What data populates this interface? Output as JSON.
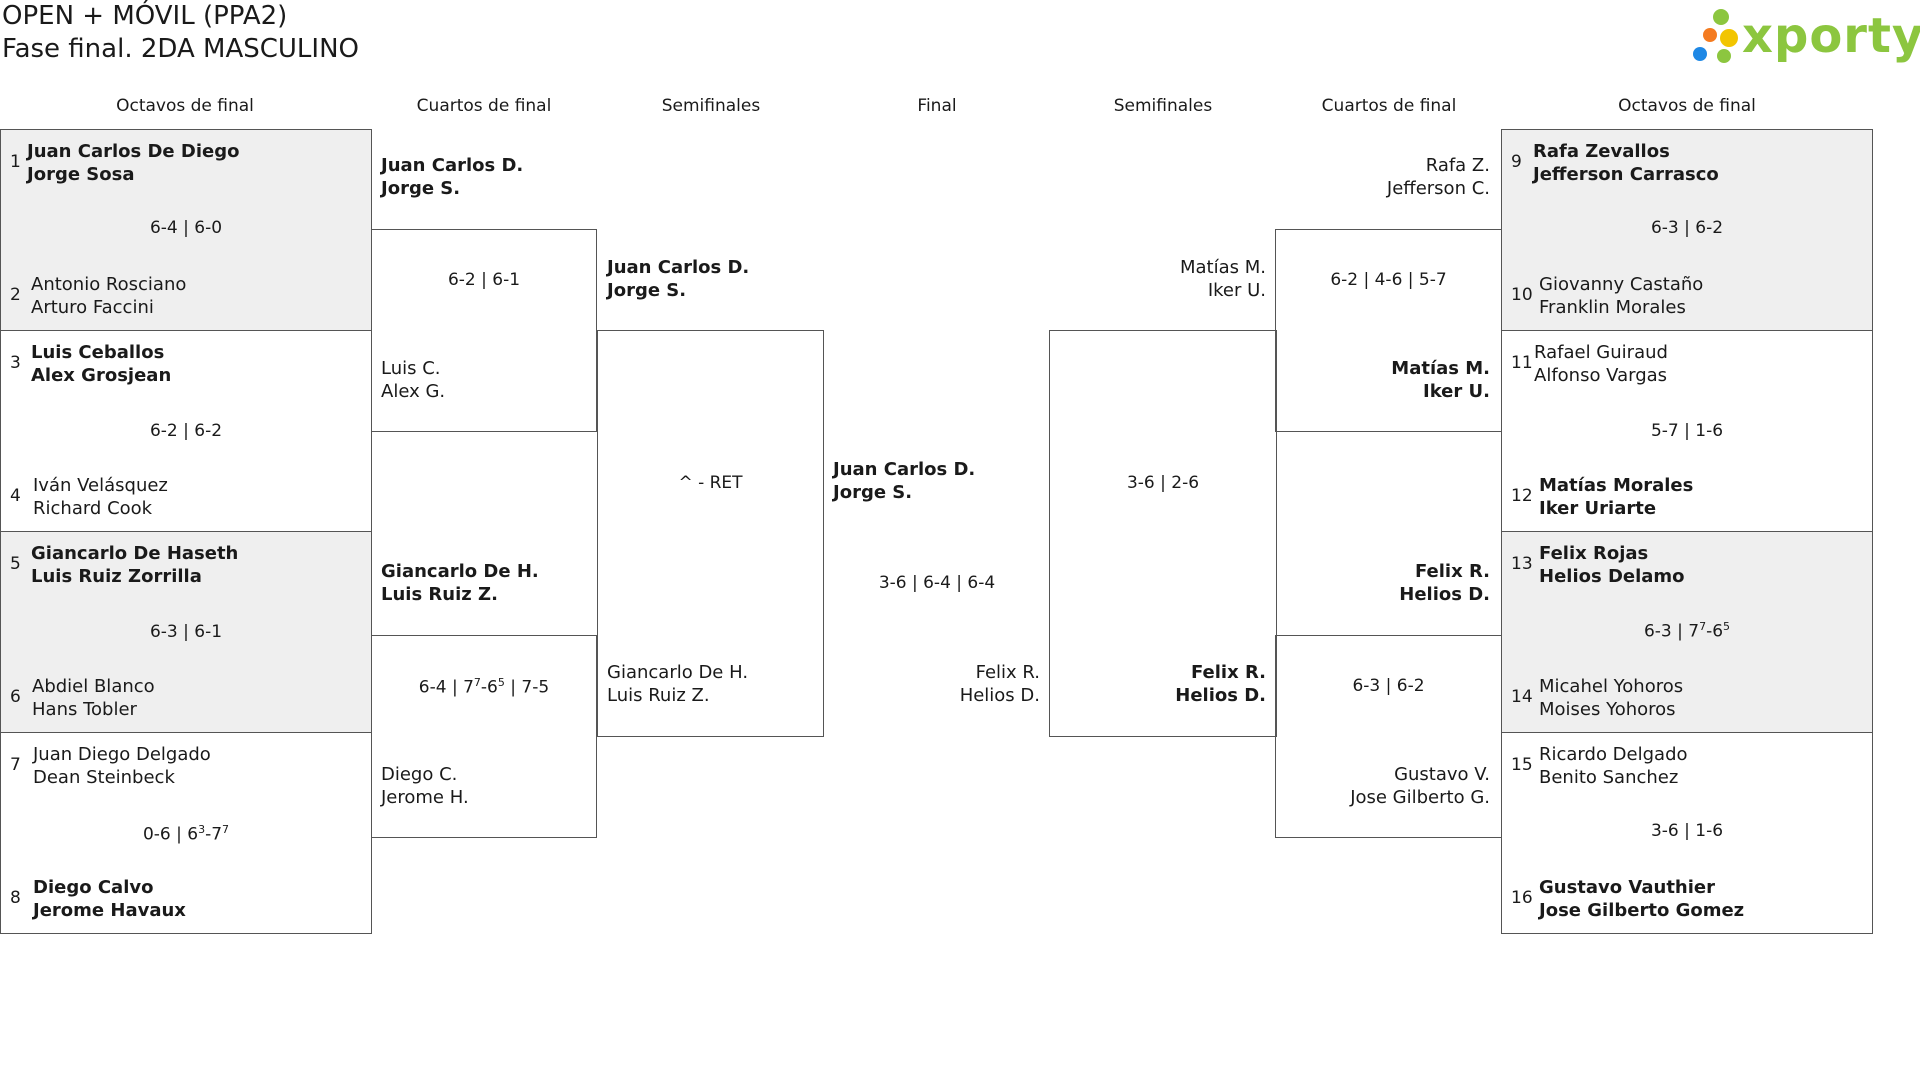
{
  "title": {
    "line1": "OPEN + MÓVIL (PPA2)",
    "line2": "Fase final. 2DA MASCULINO"
  },
  "brand": {
    "name": "xporty",
    "color": "#8cc63f"
  },
  "colors": {
    "shade": "#efefef",
    "border": "#555555"
  },
  "rounds": {
    "left": [
      "Octavos de final",
      "Cuartos de final",
      "Semifinales"
    ],
    "final": "Final",
    "right": [
      "Semifinales",
      "Cuartos de final",
      "Octavos de final"
    ]
  },
  "r16": [
    {
      "seed_a": "1",
      "a1": "Juan Carlos De Diego",
      "a2": "Jorge Sosa",
      "seed_b": "2",
      "b1": "Antonio Rosciano",
      "b2": "Arturo Faccini",
      "score": "6-4 | 6-0",
      "winner": "a"
    },
    {
      "seed_a": "3",
      "a1": "Luis Ceballos",
      "a2": "Alex Grosjean",
      "seed_b": "4",
      "b1": "Iván Velásquez",
      "b2": "Richard Cook",
      "score": "6-2 | 6-2",
      "winner": "a"
    },
    {
      "seed_a": "5",
      "a1": "Giancarlo De Haseth",
      "a2": "Luis Ruiz Zorrilla",
      "seed_b": "6",
      "b1": "Abdiel Blanco",
      "b2": "Hans Tobler",
      "score": "6-3 | 6-1",
      "winner": "a"
    },
    {
      "seed_a": "7",
      "a1": "Juan Diego Delgado",
      "a2": "Dean Steinbeck",
      "seed_b": "8",
      "b1": "Diego Calvo",
      "b2": "Jerome Havaux",
      "score_parts": [
        "0-6 | 6",
        "3",
        "-7",
        "7"
      ],
      "winner": "b"
    },
    {
      "seed_a": "9",
      "a1": "Rafa Zevallos",
      "a2": "Jefferson Carrasco",
      "seed_b": "10",
      "b1": "Giovanny Castaño",
      "b2": "Franklin Morales",
      "score": "6-3 | 6-2",
      "winner": "a"
    },
    {
      "seed_a": "11",
      "a1": "Rafael Guiraud",
      "a2": "Alfonso Vargas",
      "seed_b": "12",
      "b1": "Matías Morales",
      "b2": "Iker Uriarte",
      "score": "5-7 | 1-6",
      "winner": "b"
    },
    {
      "seed_a": "13",
      "a1": "Felix Rojas",
      "a2": "Helios Delamo",
      "seed_b": "14",
      "b1": "Micahel Yohoros",
      "b2": "Moises Yohoros",
      "score_parts": [
        "6-3 | 7",
        "7",
        "-6",
        "5"
      ],
      "winner": "a"
    },
    {
      "seed_a": "15",
      "a1": "Ricardo Delgado",
      "a2": "Benito Sanchez",
      "seed_b": "16",
      "b1": "Gustavo Vauthier",
      "b2": "Jose Gilberto Gomez",
      "score": "3-6 | 1-6",
      "winner": "b"
    }
  ],
  "qf": [
    {
      "a1": "Juan Carlos D.",
      "a2": "Jorge S.",
      "b1": "Luis C.",
      "b2": "Alex G.",
      "score": "6-2 | 6-1",
      "winner": "a"
    },
    {
      "a1": "Giancarlo De H.",
      "a2": "Luis Ruiz Z.",
      "b1": "Diego C.",
      "b2": "Jerome H.",
      "score_parts": [
        "6-4 | 7",
        "7",
        "-6",
        "5",
        " | 7-5"
      ],
      "winner": "a"
    },
    {
      "a1": "Rafa Z.",
      "a2": "Jefferson C.",
      "b1": "Matías M.",
      "b2": "Iker U.",
      "score": "6-2 | 4-6 | 5-7",
      "winner": "b"
    },
    {
      "a1": "Felix R.",
      "a2": "Helios D.",
      "b1": "Gustavo V.",
      "b2": "Jose Gilberto G.",
      "score": "6-3 | 6-2",
      "winner": "a"
    }
  ],
  "sf": [
    {
      "a1": "Juan Carlos D.",
      "a2": "Jorge S.",
      "b1": "Giancarlo De H.",
      "b2": "Luis Ruiz Z.",
      "score": "^ - RET",
      "winner": "a"
    },
    {
      "a1": "Matías M.",
      "a2": "Iker U.",
      "b1": "Felix R.",
      "b2": "Helios D.",
      "score": "3-6 | 2-6",
      "winner": "b"
    }
  ],
  "final": {
    "a1": "Juan Carlos D.",
    "a2": "Jorge S.",
    "b1": "Felix R.",
    "b2": "Helios D.",
    "score": "3-6 | 6-4 | 6-4",
    "winner": "a"
  }
}
